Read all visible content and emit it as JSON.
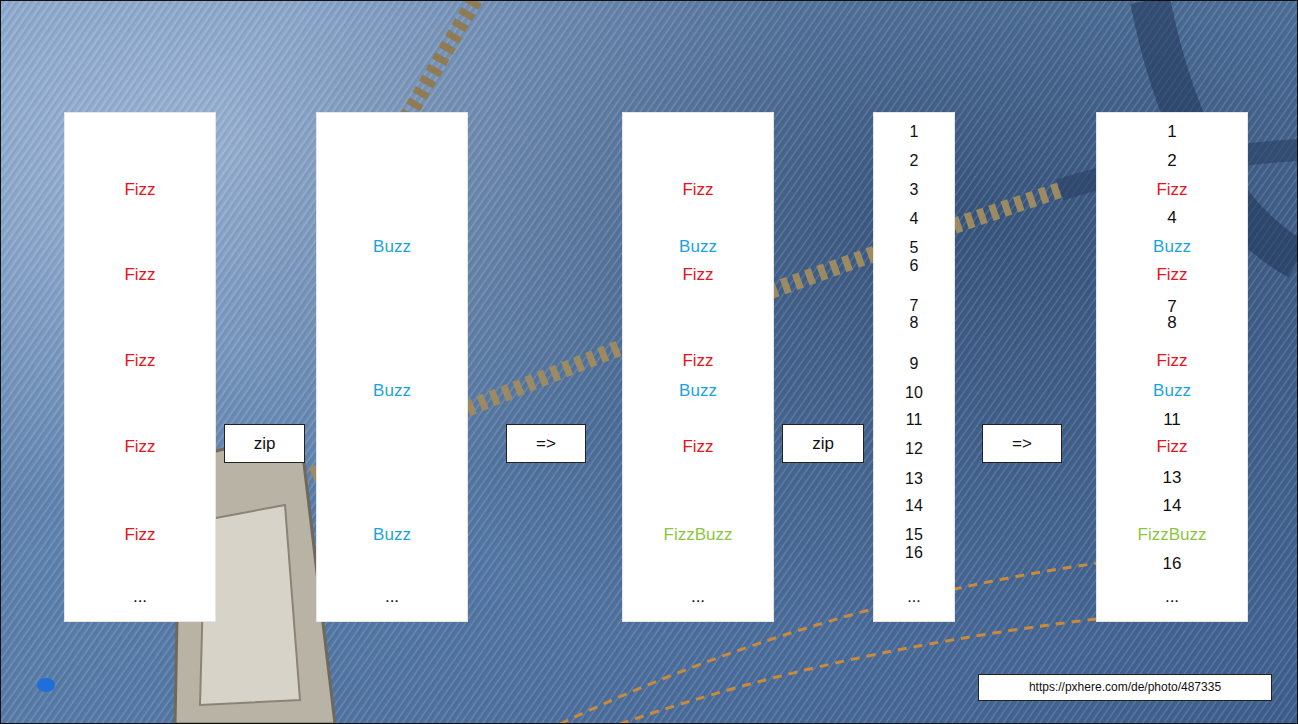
{
  "diagram": {
    "nodes": [
      {
        "text": [
          "Fizz",
          "Fizz",
          "Fizz",
          "Fizz",
          "Fizz",
          "..."
        ]
      },
      {
        "text": [
          "zip"
        ]
      },
      {
        "text": [
          "Buzz",
          "Buzz",
          "Buzz",
          "..."
        ]
      },
      {
        "text": [
          "=>"
        ]
      },
      {
        "text": [
          "Fizz",
          "Buzz",
          "Fizz",
          "Fizz",
          "Buzz",
          "Fizz",
          "FizzBuzz",
          "..."
        ]
      },
      {
        "text": [
          "zip"
        ]
      },
      {
        "text": [
          "1",
          "2",
          "3",
          "4",
          "5",
          "6",
          "7",
          "8",
          "9",
          "10",
          "11",
          "12",
          "13",
          "14",
          "15",
          "16",
          "..."
        ]
      },
      {
        "text": [
          "=>"
        ]
      },
      {
        "text": [
          "1",
          "2",
          "Fizz",
          "4",
          "Buzz",
          "Fizz",
          "7",
          "8",
          "Fizz",
          "Buzz",
          "11",
          "Fizz",
          "13",
          "14",
          "FizzBuzz",
          "16",
          "..."
        ]
      },
      {
        "text": [
          "https://pxhere.com/de/photo/487335"
        ]
      }
    ]
  }
}
